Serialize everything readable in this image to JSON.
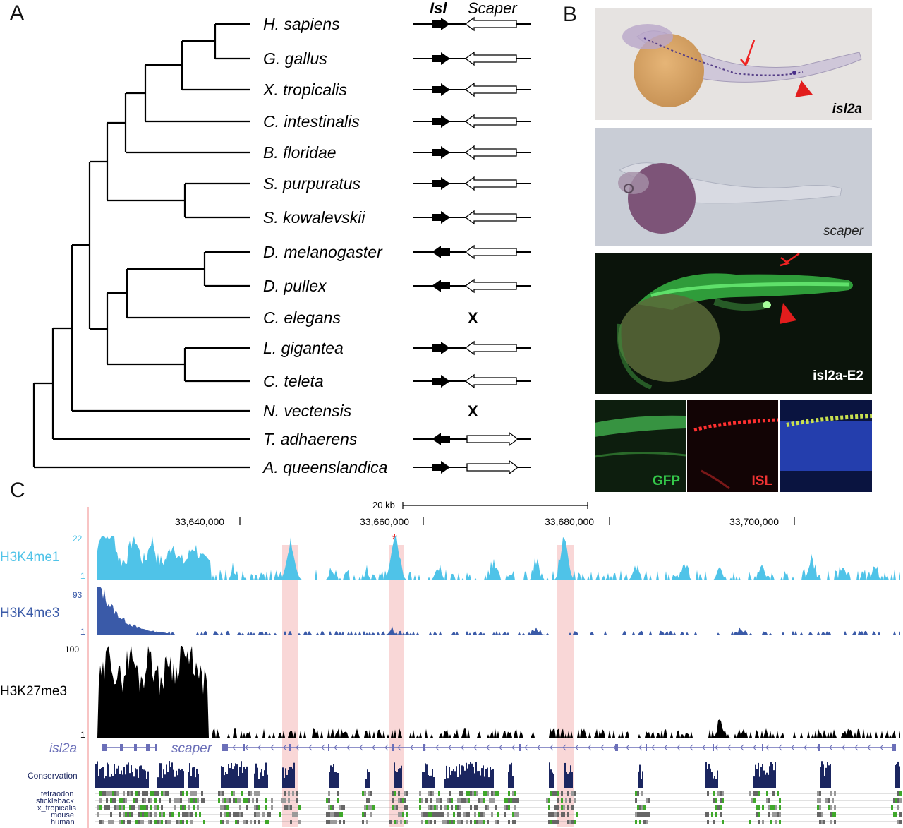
{
  "panels": {
    "a": "A",
    "b": "B",
    "c": "C"
  },
  "panel_a": {
    "gene_headers": {
      "isl": "Isl",
      "scaper": "Scaper"
    },
    "species": [
      {
        "name": "H. sapiens",
        "isl": "right",
        "scaper": "left"
      },
      {
        "name": "G. gallus",
        "isl": "right",
        "scaper": "left"
      },
      {
        "name": "X. tropicalis",
        "isl": "right",
        "scaper": "left"
      },
      {
        "name": "C. intestinalis",
        "isl": "right",
        "scaper": "left"
      },
      {
        "name": "B. floridae",
        "isl": "right",
        "scaper": "left"
      },
      {
        "name": "S. purpuratus",
        "isl": "right",
        "scaper": "left"
      },
      {
        "name": "S. kowalevskii",
        "isl": "right",
        "scaper": "left"
      },
      {
        "name": "D. melanogaster",
        "isl": "left",
        "scaper": "left"
      },
      {
        "name": "D. pullex",
        "isl": "left",
        "scaper": "left"
      },
      {
        "name": "C. elegans",
        "absent": "X"
      },
      {
        "name": "L. gigantea",
        "isl": "right",
        "scaper": "left"
      },
      {
        "name": "C. teleta",
        "isl": "right",
        "scaper": "left"
      },
      {
        "name": "N. vectensis",
        "absent": "X"
      },
      {
        "name": "T. adhaerens",
        "isl": "left",
        "scaper": "right"
      },
      {
        "name": "A. queenslandica",
        "isl": "right",
        "scaper": "right"
      }
    ]
  },
  "panel_b": {
    "images": [
      {
        "label": "isl2a",
        "background": "#e4e2e0"
      },
      {
        "label": "scaper",
        "background": "#c9cdd5"
      },
      {
        "label": "isl2a-E2",
        "background": "#0c160c"
      }
    ],
    "channels": [
      {
        "label": "GFP",
        "color": "#34c84a"
      },
      {
        "label": "ISL",
        "color": "#ee3333"
      },
      {
        "label": "",
        "color": "#3a5ad8"
      }
    ]
  },
  "panel_c": {
    "scale_label": "20 kb",
    "coordinates": [
      "33,640,000",
      "33,660,000",
      "33,680,000",
      "33,700,000"
    ],
    "tracks": [
      {
        "name": "H3K4me1",
        "max": "22",
        "min": "1",
        "color": "#4fc3e8"
      },
      {
        "name": "H3K4me3",
        "max": "93",
        "min": "1",
        "color": "#3a5aa8"
      },
      {
        "name": "H3K27me3",
        "max": "100",
        "min": "1",
        "color": "#000000"
      }
    ],
    "genes": [
      "isl2a",
      "scaper"
    ],
    "gene_color": "#6b6fb8",
    "conservation_label": "Conservation",
    "species": [
      "tetraodon",
      "stickleback",
      "x_tropicalis",
      "mouse",
      "human"
    ],
    "highlight_marker": "*",
    "highlight_color": "#f7c6c6"
  }
}
